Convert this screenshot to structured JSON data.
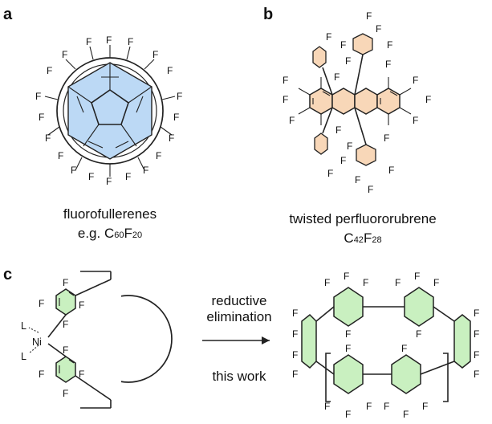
{
  "panels": {
    "a": {
      "label": "a",
      "caption_line1": "fluorofullerenes",
      "caption_line2_prefix": "e.g. C",
      "caption_sub1": "60",
      "caption_mid": "F",
      "caption_sub2": "20",
      "atom_label": "F",
      "fill": "#bcd9f5"
    },
    "b": {
      "label": "b",
      "caption_line1": "twisted perfluororubrene",
      "caption_prefix": "C",
      "caption_sub1": "42",
      "caption_mid": "F",
      "caption_sub2": "28",
      "atom_label": "F",
      "fill": "#f8d7b8"
    },
    "c": {
      "label": "c",
      "metal": "Ni",
      "ligand": "L",
      "atom_label": "F",
      "arrow_label_line1": "reductive",
      "arrow_label_line2": "elimination",
      "note": "this work",
      "fill": "#c9f0c0"
    }
  }
}
